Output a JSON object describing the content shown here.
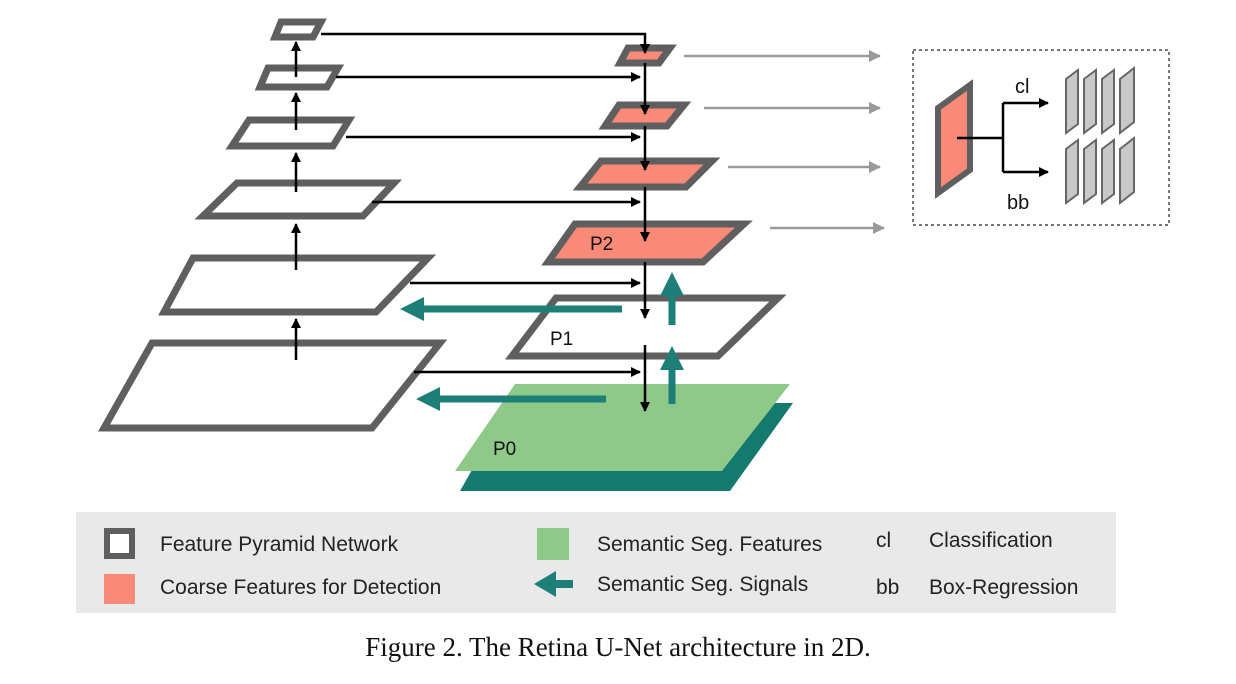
{
  "figure": {
    "caption": "Figure 2. The Retina U-Net architecture in 2D.",
    "level_labels": {
      "p0": "P0",
      "p1": "P1",
      "p2": "P2"
    },
    "head_labels": {
      "cl": "cl",
      "bb": "bb"
    },
    "colors": {
      "pyramid_border": "#5f5f5f",
      "coarse_fill": "#fa8a78",
      "seg_fill": "#8fc98a",
      "seg_shadow": "#147a6e",
      "seg_signal": "#1e7f78",
      "output_arrow": "#9a9a9a",
      "box_stack_fill": "#c8c8c8",
      "legend_bg": "#e9e9e9"
    }
  },
  "legend": {
    "fpn": "Feature Pyramid Network",
    "coarse": "Coarse Features for Detection",
    "seg_features": "Semantic Seg. Features",
    "seg_signals": "Semantic Seg. Signals",
    "cl_key": "cl",
    "cl_value": "Classification",
    "bb_key": "bb",
    "bb_value": "Box-Regression"
  }
}
